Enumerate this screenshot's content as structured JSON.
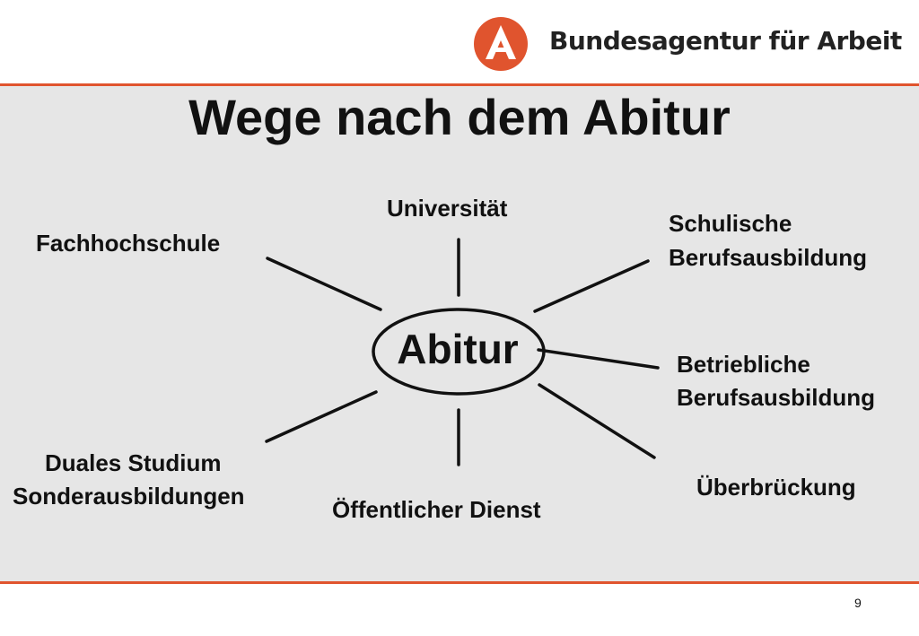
{
  "header": {
    "organization": "Bundesagentur für Arbeit",
    "brand_color": "#e0542e",
    "logo_icon": "ba-logo-icon"
  },
  "slide": {
    "title": "Wege nach dem Abitur",
    "center": "Abitur",
    "branches": {
      "universitaet": "Universität",
      "fachhochschule": "Fachhochschule",
      "schulische_1": "Schulische",
      "schulische_2": "Berufsausbildung",
      "betriebliche_1": "Betriebliche",
      "betriebliche_2": "Berufsausbildung",
      "ueberbrueckung": "Überbrückung",
      "oeffentlicher_dienst": "Öffentlicher Dienst",
      "duales_1": "Duales Studium",
      "duales_2": "Sonderausbildungen"
    },
    "page_number": "9"
  }
}
